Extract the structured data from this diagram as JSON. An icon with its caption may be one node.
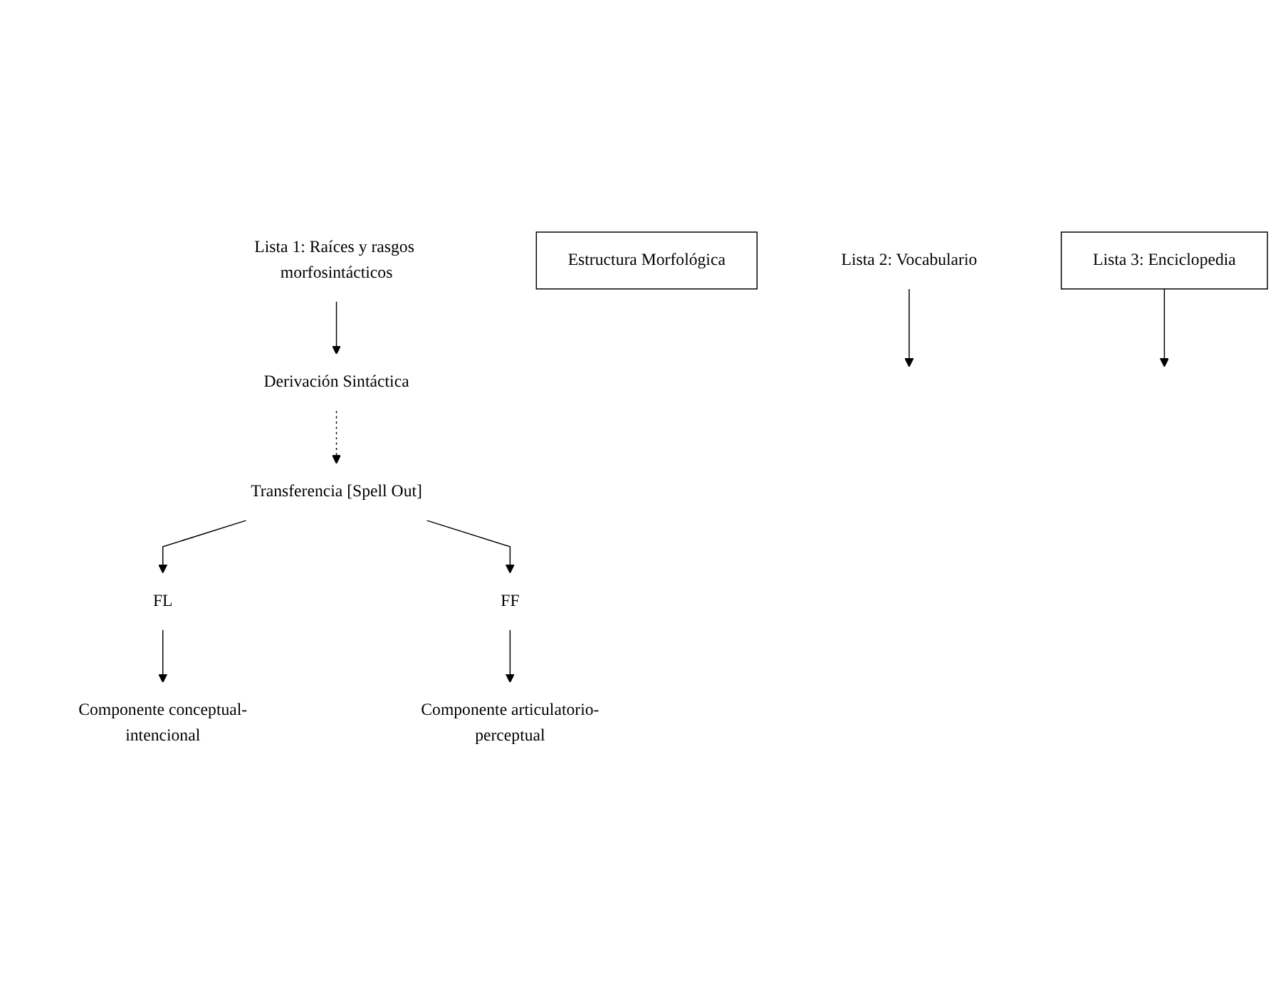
{
  "diagram": {
    "nodes": [
      {
        "text": [
          "Derivación Sintáctica"
        ]
      },
      {
        "text": [
          "Lista 1: Raíces y rasgos morfosintácticos"
        ]
      },
      {
        "text": [
          "Transferencia [Spell Out]"
        ]
      },
      {
        "text": [
          "Estructura Morfológica"
        ]
      },
      {
        "text": [
          "Lista 2: Vocabulario"
        ]
      },
      {
        "text": [
          "FL"
        ]
      },
      {
        "text": [
          "FF"
        ]
      },
      {
        "text": [
          "Lista 3: Enciclopedia"
        ]
      },
      {
        "text": [
          "Componente conceptual-intencional"
        ]
      },
      {
        "text": [
          "Componente articulatorio-perceptual"
        ]
      }
    ],
    "edges": [
      {
        "from": 1,
        "to": 0,
        "arrow": "to"
      },
      {
        "from": 0,
        "to": 2,
        "arrow": "to",
        "style": "dashed"
      },
      {
        "from": 2,
        "to": 5,
        "arrow": "to"
      },
      {
        "from": 2,
        "to": 6,
        "arrow": "to"
      },
      {
        "from": 4,
        "to": null,
        "arrow": "to"
      },
      {
        "from": 7,
        "to": null,
        "arrow": "to"
      },
      {
        "from": 5,
        "to": 8,
        "arrow": "to"
      },
      {
        "from": 6,
        "to": 9,
        "arrow": "to"
      }
    ]
  }
}
